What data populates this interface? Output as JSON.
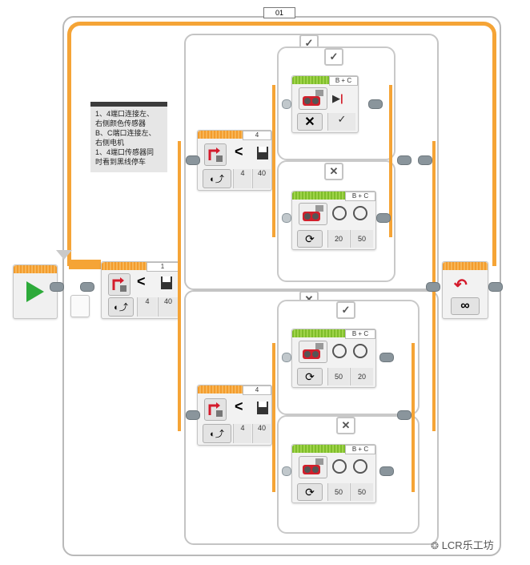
{
  "loop": {
    "label": "01",
    "mode_icon": "infinity-icon",
    "end_icon": "loop-back-icon"
  },
  "start": {
    "icon": "play-icon"
  },
  "note": {
    "lines": [
      "1、4端口连接左、",
      "右侧颜色传感器",
      "B、C端口连接左、",
      "右侧电机",
      "1、4端口传感器同",
      "时看到黑线停车"
    ]
  },
  "switch_main": {
    "port": "1",
    "compare": "<",
    "value1": "4",
    "value2": "40",
    "true_label": "✓",
    "false_label": "✕"
  },
  "switch_top": {
    "port": "4",
    "compare": "<",
    "value1": "4",
    "value2": "40",
    "true_label": "✓",
    "false_label": "✕",
    "true_block": {
      "ports": "B + C",
      "mode_icon": "stop-icon",
      "brake": "✓"
    },
    "false_block": {
      "ports": "B + C",
      "left": "20",
      "right": "50"
    }
  },
  "switch_bottom": {
    "port": "4",
    "compare": "<",
    "value1": "4",
    "value2": "40",
    "true_label": "✓",
    "false_label": "✕",
    "true_block": {
      "ports": "B + C",
      "left": "50",
      "right": "20"
    },
    "false_block": {
      "ports": "B + C",
      "left": "50",
      "right": "50"
    }
  },
  "watermark": "LCR乐工坊",
  "colors": {
    "wire": "#f5a436",
    "sensor_head": "#f39c2c",
    "motor_head": "#7ebd2a"
  }
}
